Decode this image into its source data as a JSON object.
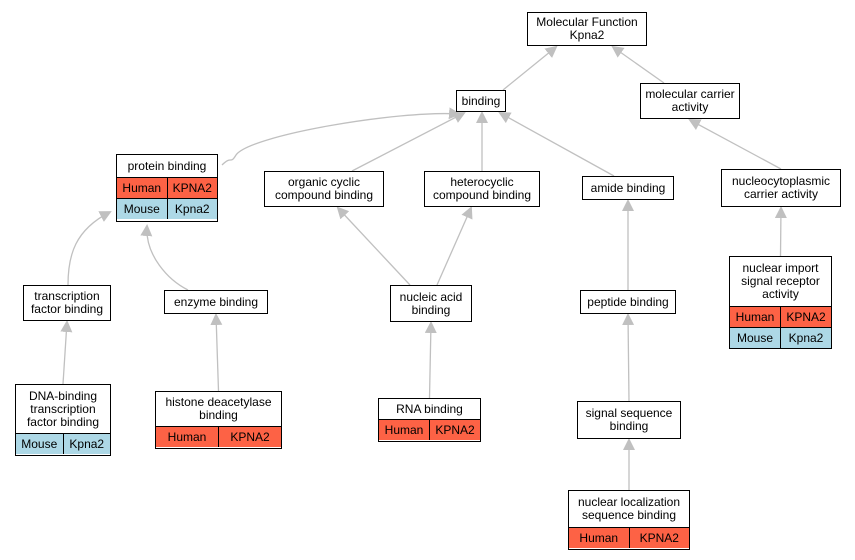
{
  "colors": {
    "human": "#fd6245",
    "mouse": "#add8e6",
    "edge": "#c0c0c0"
  },
  "nodes": {
    "root": {
      "label": "Molecular Function\nKpna2"
    },
    "binding": {
      "label": "binding"
    },
    "carrier": {
      "label": "molecular carrier\nactivity"
    },
    "protein": {
      "label": "protein binding",
      "rows": [
        [
          "Human",
          "KPNA2"
        ],
        [
          "Mouse",
          "Kpna2"
        ]
      ]
    },
    "organic": {
      "label": "organic cyclic\ncompound binding"
    },
    "hetero": {
      "label": "heterocyclic\ncompound binding"
    },
    "amide": {
      "label": "amide binding"
    },
    "nucleo_carrier": {
      "label": "nucleocytoplasmic\ncarrier activity"
    },
    "tf": {
      "label": "transcription\nfactor binding"
    },
    "enzyme": {
      "label": "enzyme binding"
    },
    "nucleic": {
      "label": "nucleic acid\nbinding"
    },
    "peptide": {
      "label": "peptide binding"
    },
    "import": {
      "label": "nuclear import\nsignal receptor\nactivity",
      "rows": [
        [
          "Human",
          "KPNA2"
        ],
        [
          "Mouse",
          "Kpna2"
        ]
      ]
    },
    "dna": {
      "label": "DNA-binding\ntranscription\nfactor binding",
      "rows": [
        [
          "Mouse",
          "Kpna2"
        ]
      ]
    },
    "histone": {
      "label": "histone deacetylase\nbinding",
      "rows": [
        [
          "Human",
          "KPNA2"
        ]
      ]
    },
    "rna": {
      "label": "RNA binding",
      "rows": [
        [
          "Human",
          "KPNA2"
        ]
      ]
    },
    "signal": {
      "label": "signal sequence\nbinding"
    },
    "nls": {
      "label": "nuclear localization\nsequence binding",
      "rows": [
        [
          "Human",
          "KPNA2"
        ]
      ]
    }
  },
  "edges": [
    [
      "binding",
      "root"
    ],
    [
      "carrier",
      "root"
    ],
    [
      "protein",
      "binding"
    ],
    [
      "organic",
      "binding"
    ],
    [
      "hetero",
      "binding"
    ],
    [
      "amide",
      "binding"
    ],
    [
      "nucleo_carrier",
      "carrier"
    ],
    [
      "tf",
      "protein"
    ],
    [
      "enzyme",
      "protein"
    ],
    [
      "nucleic",
      "organic"
    ],
    [
      "nucleic",
      "hetero"
    ],
    [
      "peptide",
      "amide"
    ],
    [
      "import",
      "nucleo_carrier"
    ],
    [
      "dna",
      "tf"
    ],
    [
      "histone",
      "enzyme"
    ],
    [
      "rna",
      "nucleic"
    ],
    [
      "signal",
      "peptide"
    ],
    [
      "nls",
      "signal"
    ]
  ]
}
